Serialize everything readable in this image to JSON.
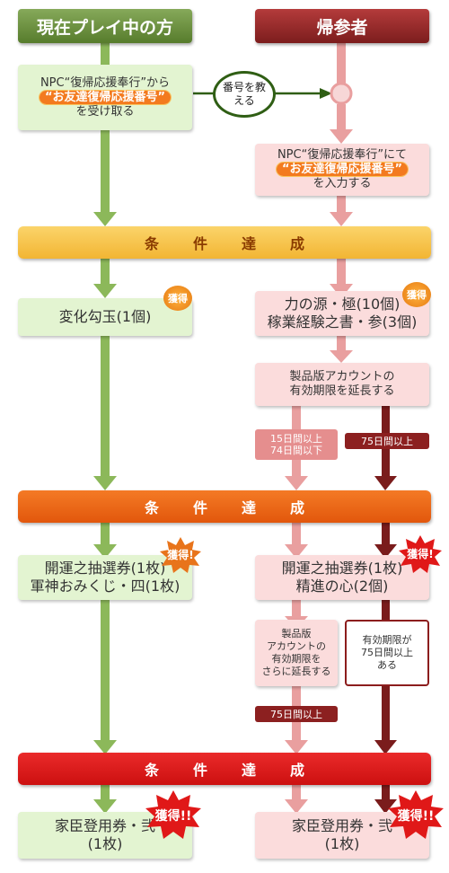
{
  "headers": {
    "left": "現在プレイ中の方",
    "right": "帰参者"
  },
  "step1": {
    "left_l1": "NPC“復帰応援奉行”から",
    "left_hl": "“お友達復帰応援番号”",
    "left_l3": "を受け取る",
    "circle": "番号を教える",
    "right_l1": "NPC“復帰応援奉行”にて",
    "right_hl": "“お友達復帰応援番号”",
    "right_l3": "を入力する"
  },
  "cond_label": "条件達成",
  "stage1": {
    "left": "変化勾玉(1個)",
    "right_l1": "力の源・極(10個)",
    "right_l2": "稼業経験之書・参(3個)",
    "badge": "獲得"
  },
  "extend1": {
    "l1": "製品版アカウントの",
    "l2": "有効期限を延長する"
  },
  "tags1": {
    "a_l1": "15日間以上",
    "a_l2": "74日間以下",
    "b": "75日間以上"
  },
  "stage2": {
    "left_l1": "開運之抽選券(1枚)",
    "left_l2": "軍神おみくじ・四(1枚)",
    "right_l1": "開運之抽選券(1枚)",
    "right_l2": "精進の心(2個)",
    "badge": "獲得!"
  },
  "extend2": {
    "l1": "製品版",
    "l2": "アカウントの",
    "l3": "有効期限を",
    "l4": "さらに延長する"
  },
  "note2": {
    "l1": "有効期限が",
    "l2": "75日間以上",
    "l3": "ある"
  },
  "tag2": "75日間以上",
  "stage3": {
    "left_l1": "家臣登用券・弐",
    "left_l2": "(1枚)",
    "right_l1": "家臣登用券・弐",
    "right_l2": "(1枚)",
    "badge": "獲得!!"
  },
  "colors": {
    "green": "#8cb85a",
    "pink": "#e59a9a",
    "darkred": "#7a1c1c",
    "cond1": "#f7c24c",
    "cond2": "#ec6414",
    "cond3": "#de1818"
  }
}
